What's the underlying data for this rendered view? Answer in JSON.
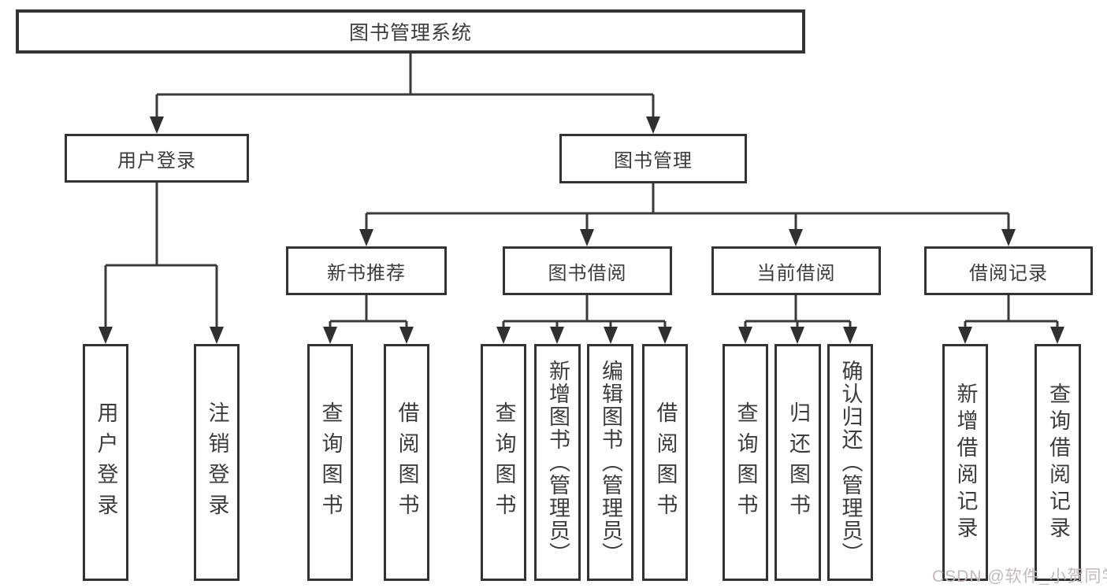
{
  "tree": {
    "label": "图书管理系统",
    "children": [
      {
        "label": "用户登录",
        "children": [
          {
            "label": "用户登录"
          },
          {
            "label": "注销登录"
          }
        ]
      },
      {
        "label": "图书管理",
        "children": [
          {
            "label": "新书推荐",
            "children": [
              {
                "label": "查询图书"
              },
              {
                "label": "借阅图书"
              }
            ]
          },
          {
            "label": "图书借阅",
            "children": [
              {
                "label": "查询图书"
              },
              {
                "label": "新增图书（管理员）"
              },
              {
                "label": "编辑图书（管理员）"
              },
              {
                "label": "借阅图书"
              }
            ]
          },
          {
            "label": "当前借阅",
            "children": [
              {
                "label": "查询图书"
              },
              {
                "label": "归还图书"
              },
              {
                "label": "确认归还（管理员）"
              }
            ]
          },
          {
            "label": "借阅记录",
            "children": [
              {
                "label": "新增借阅记录"
              },
              {
                "label": "查询借阅记录"
              }
            ]
          }
        ]
      }
    ]
  },
  "watermark": {
    "text": "CSDN @软件_小贺同学"
  },
  "colors": {
    "box_border": "#333333",
    "connector": "#3a3a3a",
    "text": "#3c3c3c",
    "watermark": "#c3b9b9",
    "background": "#ffffff"
  }
}
